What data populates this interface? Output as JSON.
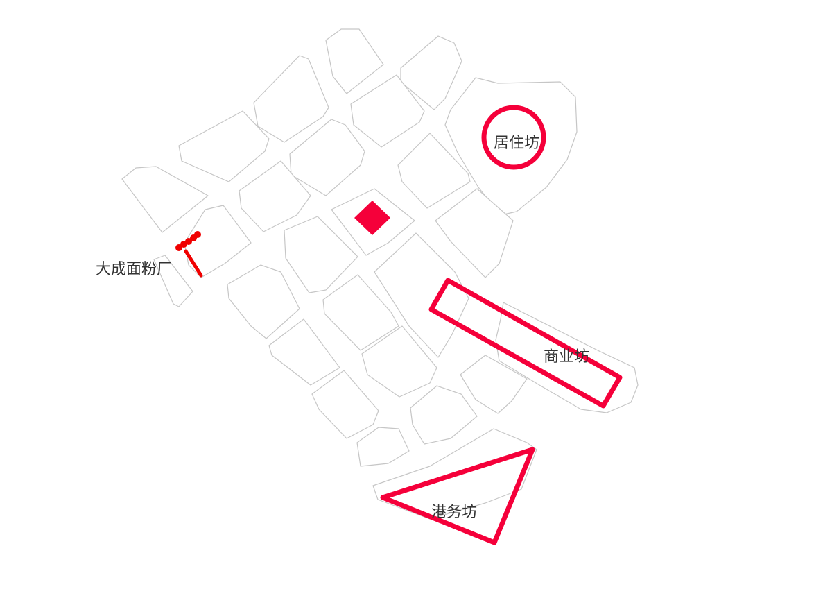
{
  "colors": {
    "marker": "#f5003a",
    "factory": "#f00000",
    "coast": "#8fb3c9",
    "block_stroke": "#c6c6c6",
    "label": "#333333"
  },
  "labels": {
    "residential": "居住坊",
    "commercial": "商业坊",
    "port": "港务坊",
    "factory": "大成面粉厂"
  },
  "markers": [
    {
      "name": "residential-circle-marker",
      "shape": "circle"
    },
    {
      "name": "commercial-rectangle-marker",
      "shape": "rectangle"
    },
    {
      "name": "port-triangle-marker",
      "shape": "triangle"
    },
    {
      "name": "center-square-marker",
      "shape": "square"
    },
    {
      "name": "factory-icon",
      "shape": "icon"
    }
  ]
}
